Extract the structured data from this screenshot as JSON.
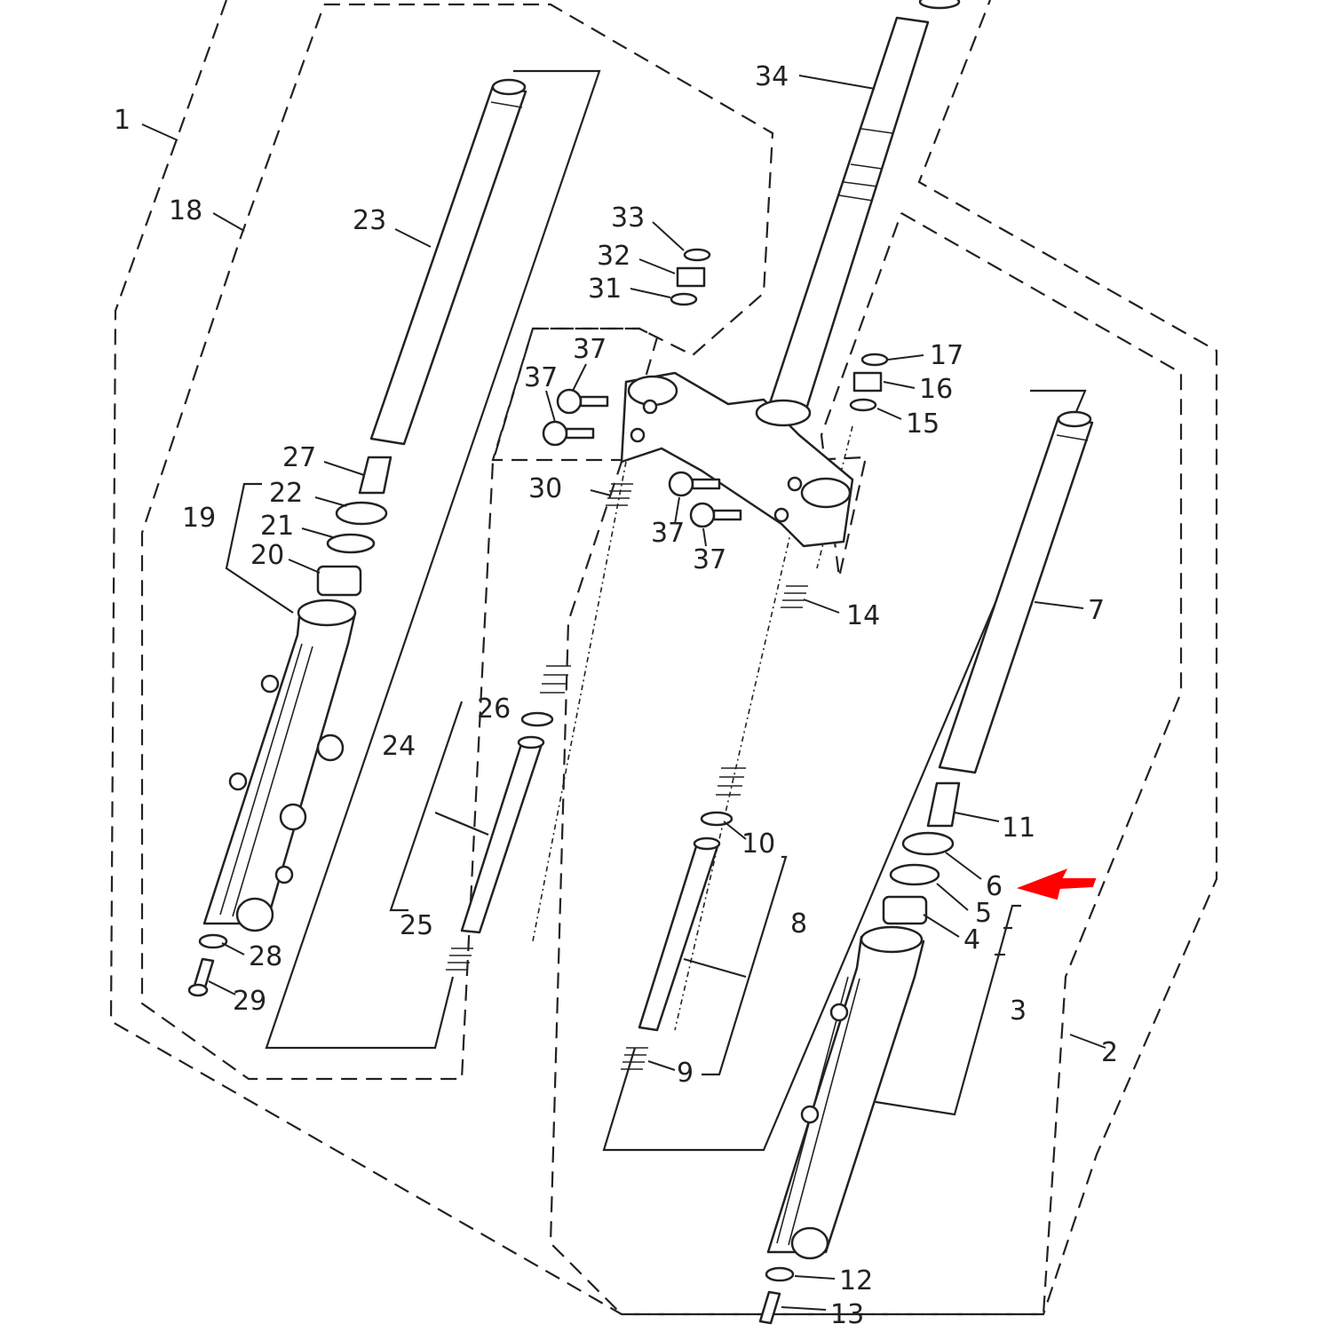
{
  "diagram": {
    "accent_color": "#ff0000",
    "line_color": "#222222",
    "labels": {
      "p1": "1",
      "p2": "2",
      "p3": "3",
      "p4": "4",
      "p5": "5",
      "p6": "6",
      "p7": "7",
      "p8": "8",
      "p9": "9",
      "p10": "10",
      "p11": "11",
      "p12": "12",
      "p13": "13",
      "p14": "14",
      "p15": "15",
      "p16": "16",
      "p17": "17",
      "p18": "18",
      "p19": "19",
      "p20": "20",
      "p21": "21",
      "p22": "22",
      "p23": "23",
      "p24": "24",
      "p25": "25",
      "p26": "26",
      "p27": "27",
      "p28": "28",
      "p29": "29",
      "p30": "30",
      "p31": "31",
      "p32": "32",
      "p33": "33",
      "p34": "34",
      "p37": "37"
    },
    "highlight_arrow": "red-arrow-icon pointing to part 6"
  }
}
